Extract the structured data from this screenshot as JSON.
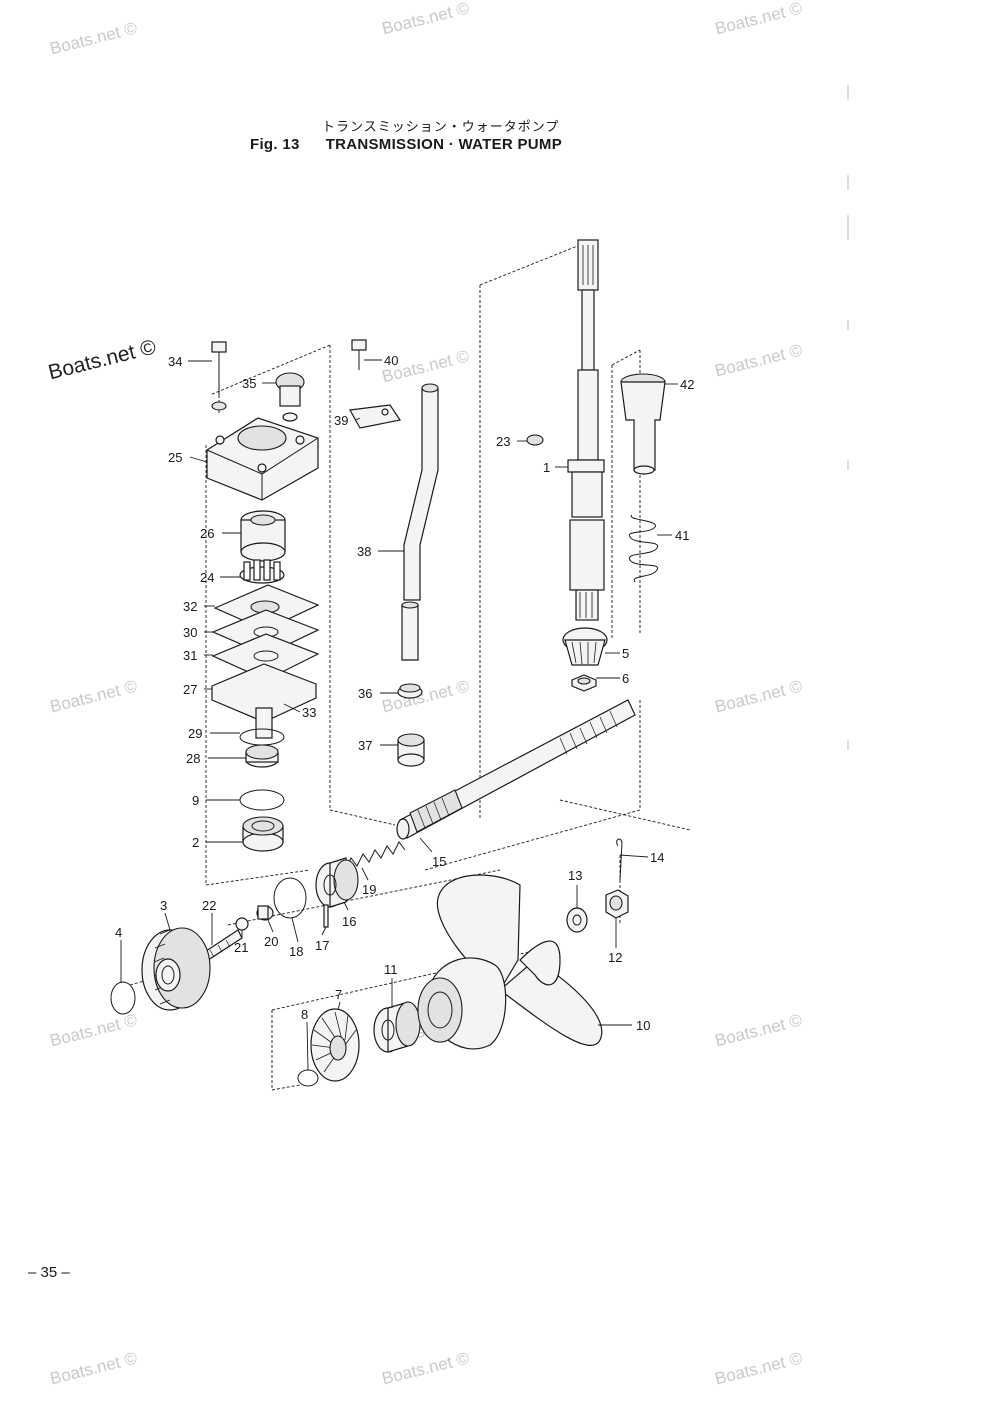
{
  "figure": {
    "title_jp": "トランスミッション・ウォータポンプ",
    "fig_label": "Fig. 13",
    "title_en": "TRANSMISSION · WATER PUMP"
  },
  "page_number": "– 35 –",
  "watermark": "Boats.net ©",
  "callouts": [
    "34",
    "35",
    "40",
    "39",
    "42",
    "23",
    "1",
    "25",
    "26",
    "38",
    "41",
    "24",
    "32",
    "30",
    "31",
    "5",
    "6",
    "27",
    "33",
    "36",
    "29",
    "28",
    "37",
    "9",
    "2",
    "15",
    "14",
    "19",
    "13",
    "3",
    "22",
    "21",
    "20",
    "18",
    "17",
    "16",
    "12",
    "4",
    "11",
    "8",
    "7",
    "10"
  ]
}
